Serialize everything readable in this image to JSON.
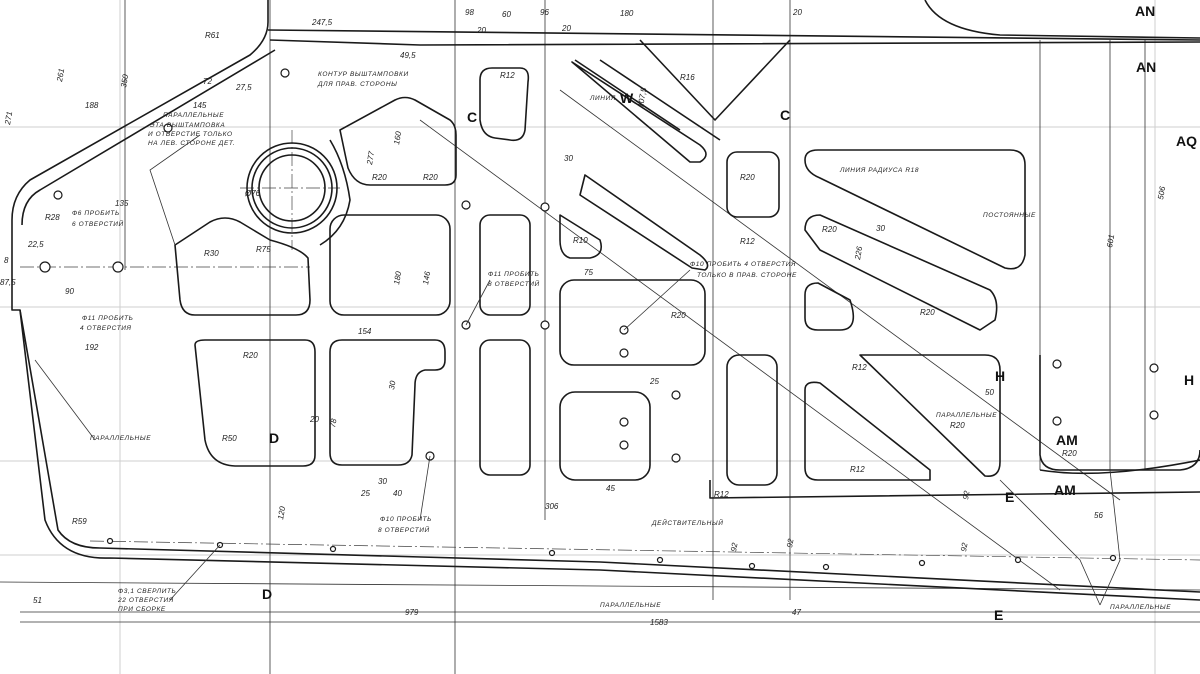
{
  "drawing": {
    "section_markers": [
      "AN",
      "AN",
      "AQ",
      "C",
      "C",
      "W",
      "H",
      "H",
      "AM",
      "AM",
      "E",
      "E",
      "D",
      "D"
    ],
    "dimensions": [
      "247,5",
      "98",
      "60",
      "96",
      "180",
      "20",
      "20",
      "20",
      "49,5",
      "27,5",
      "72",
      "188",
      "145",
      "261",
      "350",
      "135",
      "22,5",
      "8",
      "87,5",
      "90",
      "192",
      "154",
      "20",
      "30",
      "78",
      "25",
      "40",
      "30",
      "306",
      "45",
      "120",
      "51",
      "979",
      "1583",
      "47",
      "25",
      "56",
      "50",
      "601",
      "506",
      "226",
      "30",
      "75",
      "107,5",
      "30",
      "92",
      "92",
      "92",
      "92",
      "271",
      "180",
      "160",
      "277",
      "146"
    ],
    "radii": [
      "R61",
      "R20",
      "R20",
      "R30",
      "R75",
      "R50",
      "R20",
      "R12",
      "R20",
      "R12",
      "R20",
      "R20",
      "R20",
      "R12",
      "R12",
      "R12",
      "R20",
      "R20",
      "R59",
      "R10",
      "R16",
      "R28",
      "Ø76"
    ],
    "notes": [
      "КОНТУР ВЫШТАМПОВКИ",
      "ДЛЯ ПРАВ. СТОРОНЫ",
      "ПАРАЛЛЕЛЬНЫЕ",
      "ЭТА ВЫШТАМПОВКА",
      "И ОТВЕРСТИЕ ТОЛЬКО",
      "НА ЛЕВ. СТОРОНЕ ДЕТ.",
      "Ф6 ПРОБИТЬ",
      "6 ОТВЕРСТИЙ",
      "Ф11 ПРОБИТЬ",
      "4 ОТВЕРСТИЯ",
      "Ф11 ПРОБИТЬ",
      "8 ОТВЕРСТИЙ",
      "ЛИНИЯ",
      "Ф10 ПРОБИТЬ 4 ОТВЕРСТИЯ",
      "ТОЛЬКО В ПРАВ. СТОРОНЕ",
      "ЛИНИЯ РАДИУСА R18",
      "ПОСТОЯННЫЕ",
      "ПАРАЛЛЕЛЬНЫЕ",
      "Ф10 ПРОБИТЬ",
      "8 ОТВЕРСТИЙ",
      "Ф3,1 СВЕРЛИТЬ",
      "22 ОТВЕРСТИЯ",
      "ПРИ СБОРКЕ",
      "ПАРАЛЛЕЛЬНЫЕ",
      "ДЕЙСТВИТЕЛЬНЫЙ",
      "ПАРАЛЛЕЛЬНЫЕ",
      "ПАРАЛЛЕЛЬНЫЕ"
    ]
  }
}
